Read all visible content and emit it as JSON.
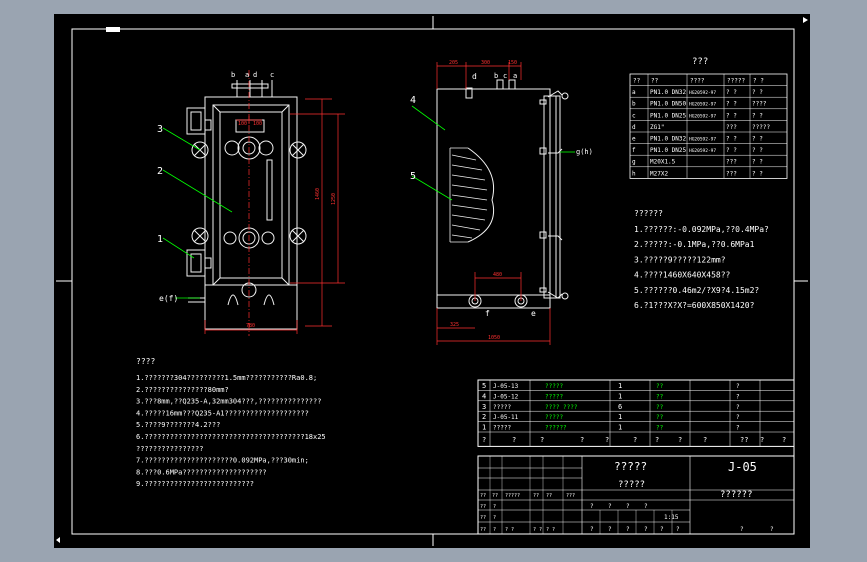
{
  "colors": {
    "background": "#9aa4b1",
    "paper": "#000000",
    "line": "#ffffff",
    "part": "#f2f2f2",
    "dimension": "#ff3030",
    "leader": "#00ff00"
  },
  "front_view": {
    "callouts": [
      "3",
      "2",
      "1"
    ],
    "top_labels": [
      "b",
      "a",
      "d",
      "c"
    ],
    "dims": {
      "top_left": "100",
      "top_right": "100",
      "height_outer": "1460",
      "height_inner": "1250",
      "bottom_width": "780"
    },
    "bottom_label": "e(f)"
  },
  "side_view": {
    "callouts": [
      "4",
      "5"
    ],
    "top_dims": [
      "205",
      "300",
      "150"
    ],
    "top_labels": [
      "d",
      "b",
      "c",
      "a"
    ],
    "side_label": "g(h)",
    "dims": {
      "inner": "480",
      "left": "325",
      "overall": "1050"
    },
    "bottom_labels": [
      "f",
      "e"
    ]
  },
  "nozzle_table": {
    "title": "???",
    "header": [
      "??",
      "??",
      "????",
      "?????",
      "? ?"
    ],
    "rows": [
      [
        "a",
        "PN1.0 DN32",
        "HG20592-97",
        "? ?",
        "? ?"
      ],
      [
        "b",
        "PN1.0 DN50",
        "HG20592-97",
        "? ?",
        "????"
      ],
      [
        "c",
        "PN1.0 DN25",
        "HG20592-97",
        "? ?",
        "? ?"
      ],
      [
        "d",
        "ZG1\"",
        "",
        "???",
        "?????"
      ],
      [
        "e",
        "PN1.0 DN32",
        "HG20592-97",
        "? ?",
        "? ?"
      ],
      [
        "f",
        "PN1.0 DN25",
        "HG20592-97",
        "? ?",
        "? ?"
      ],
      [
        "g",
        "M20X1.5",
        "",
        "???",
        "? ?"
      ],
      [
        "h",
        "M27X2",
        "",
        "???",
        "? ?"
      ]
    ]
  },
  "tech_specs": {
    "title": "??????",
    "lines": [
      "1.??????:-0.092MPa,??0.4MPa?",
      "2.?????:-0.1MPa,??0.6MPa1",
      "3.?????9?????122mm?",
      "4.????1460X640X458??",
      "5.??????0.46m2/?X9?4.15m2?",
      "6.?1???X?X?=600X850X1420?"
    ]
  },
  "requirements": {
    "title": "????",
    "lines": [
      "1.???????304?????????1.5mm???????????Ra0.8;",
      "2.???????????????80mm?",
      "3.???8mm,??Q235-A,32mm304???,???????????????",
      "4.?????16mm???Q235-A1????????????????????",
      "5.????9???????4.2???",
      "6.??????????????????????????????????????18x25",
      "   ????????????????",
      "7.?????????????????????0.092MPa,???30min;",
      "8.???0.6MPa????????????????????",
      "9.??????????????????????????"
    ]
  },
  "parts_list": {
    "rows": [
      [
        "5",
        "J-05-13",
        "?????",
        "1",
        "??",
        "?"
      ],
      [
        "4",
        "J-05-12",
        "?????",
        "1",
        "??",
        "?"
      ],
      [
        "3",
        "?????",
        "???? ????",
        "6",
        "??",
        "?"
      ],
      [
        "2",
        "J-05-11",
        "?????",
        "1",
        "??",
        "?"
      ],
      [
        "1",
        "?????",
        "??????",
        "1",
        "??",
        "?"
      ]
    ],
    "header": [
      "?",
      "?",
      "?",
      "?",
      "?",
      "?",
      "?",
      "?",
      "?",
      "??",
      "?",
      "?"
    ]
  },
  "title_block": {
    "drawing_name": "?????",
    "drawing_sub": "?????",
    "drawing_no": "J-05",
    "company": "??????",
    "sign_row": [
      "??",
      "??",
      "?????",
      "??",
      "??",
      "???"
    ],
    "row_a": [
      "??",
      "?"
    ],
    "row_b": [
      "??",
      "?"
    ],
    "row_c": [
      "??",
      "?"
    ],
    "row_d": [
      "? ?",
      "? ?",
      "? ?"
    ],
    "scale": "1:15",
    "stage": [
      "?",
      "?",
      "?",
      "?"
    ],
    "footer": [
      "?",
      "?",
      "?",
      "?",
      "?",
      "?",
      "?",
      "?"
    ]
  }
}
